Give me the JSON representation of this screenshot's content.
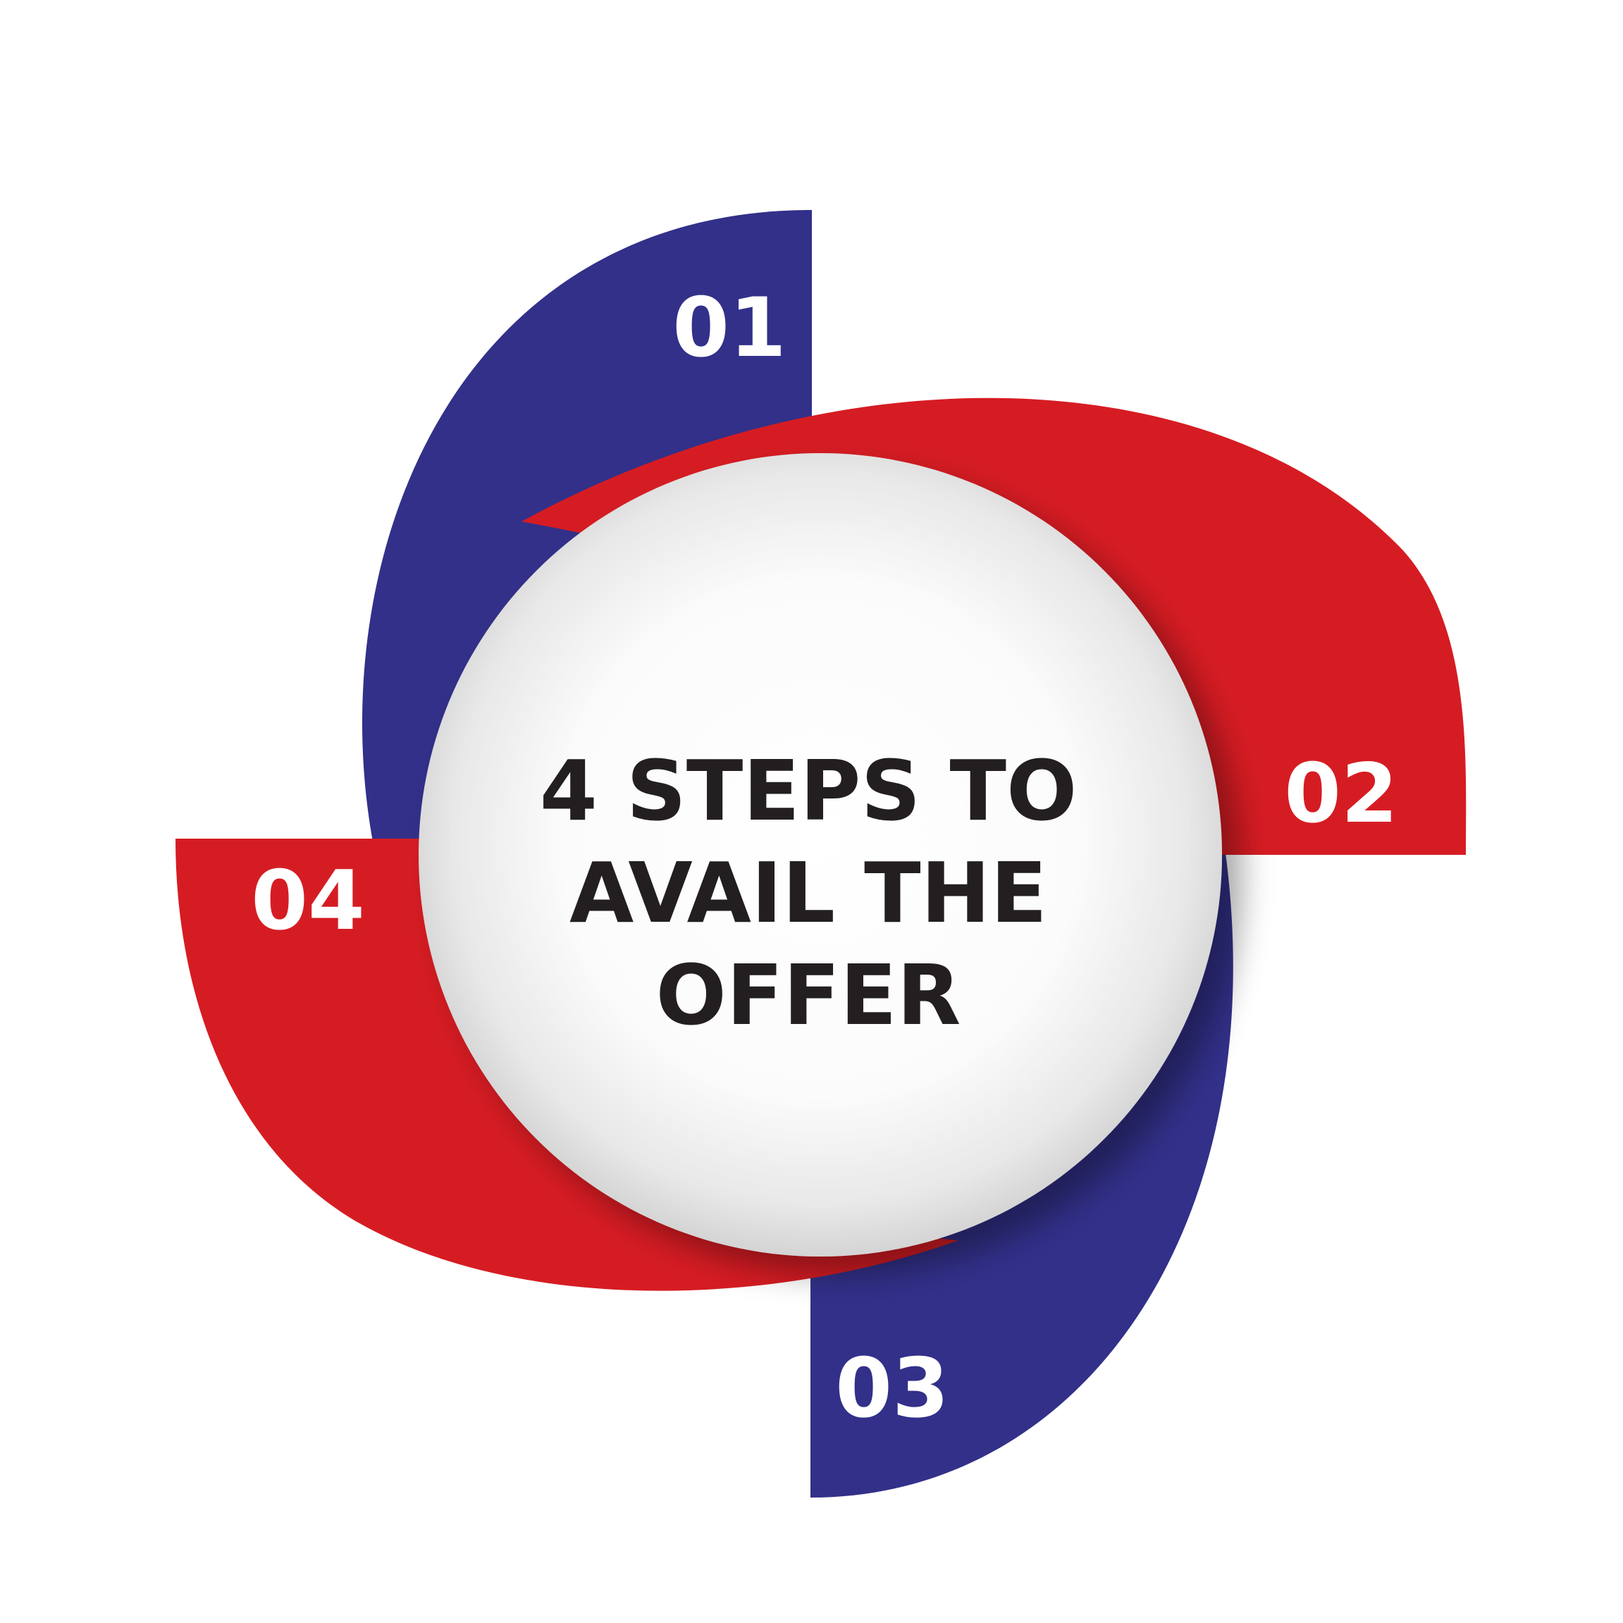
{
  "title_lines": [
    "4 STEPS TO",
    "AVAIL THE",
    "OFFER"
  ],
  "steps": [
    {
      "number": "01",
      "color": "#323089"
    },
    {
      "number": "02",
      "color": "#d61c23"
    },
    {
      "number": "03",
      "color": "#323089"
    },
    {
      "number": "04",
      "color": "#d61c23"
    }
  ],
  "colors": {
    "blue": "#323089",
    "red": "#d61c23",
    "text": "#231f20",
    "center": "#ffffff"
  }
}
